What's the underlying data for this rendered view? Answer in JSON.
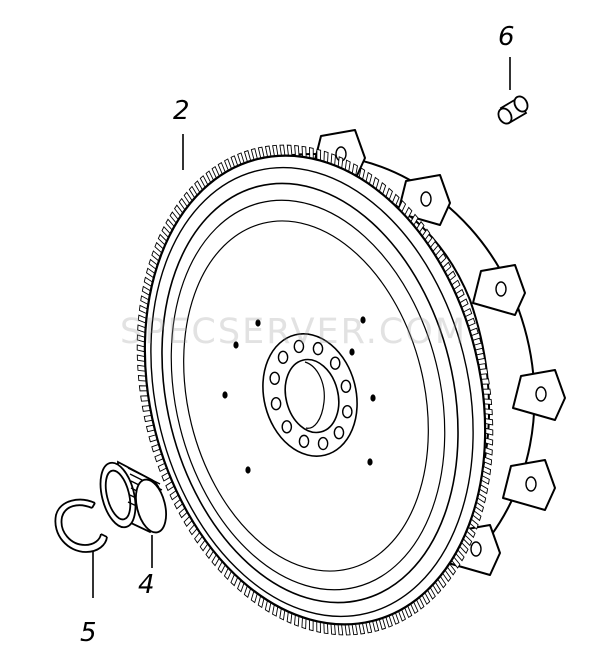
{
  "diagram": {
    "callouts": [
      {
        "id": "part-2",
        "label": "2"
      },
      {
        "id": "part-4",
        "label": "4"
      },
      {
        "id": "part-5",
        "label": "5"
      },
      {
        "id": "part-6",
        "label": "6"
      }
    ],
    "watermark": "SPECSERVER.COM",
    "flywheel": {
      "ring_gear_teeth": 150,
      "bolt_holes_inner": 8,
      "brackets": 6
    }
  }
}
